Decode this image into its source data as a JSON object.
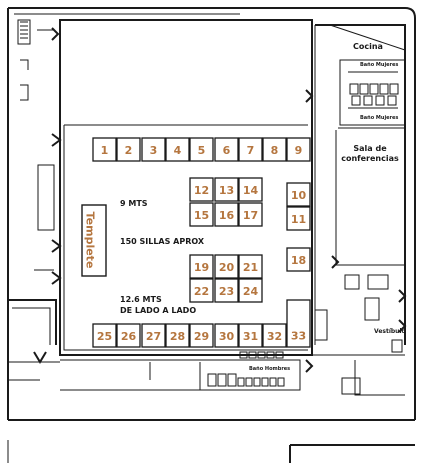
{
  "labels": {
    "cocina": "Cocina",
    "bano_mujeres_top": "Baño Mujeres",
    "bano_mujeres_bottom": "Baño Mujeres",
    "sala_line1": "Sala de",
    "sala_line2": "conferencias",
    "mts_9": "9 MTS",
    "sillas": "150 SILLAS APROX",
    "mts_12_line1": "12.6 MTS",
    "mts_12_line2": "DE LADO A LADO",
    "vestibulo": "Vestíbulo",
    "bano_hombres": "Baño Hombres",
    "templete": "Templete"
  },
  "colors": {
    "booth_number": "#b5763f",
    "line": "#1a1a1a",
    "background": "#ffffff"
  },
  "booths": [
    "1",
    "2",
    "3",
    "4",
    "5",
    "6",
    "7",
    "8",
    "9",
    "10",
    "11",
    "12",
    "13",
    "14",
    "15",
    "16",
    "17",
    "18",
    "19",
    "20",
    "21",
    "22",
    "23",
    "24",
    "25",
    "26",
    "27",
    "28",
    "29",
    "30",
    "31",
    "32",
    "33"
  ]
}
